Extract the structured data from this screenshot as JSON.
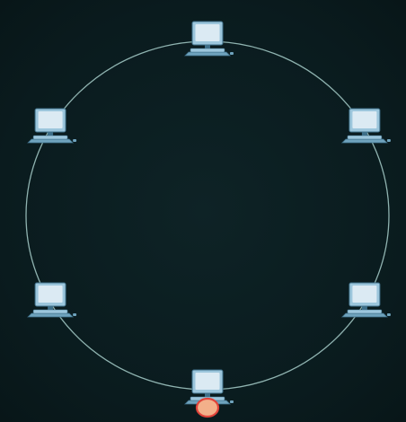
{
  "diagram": {
    "type": "ring-network-topology",
    "colors": {
      "background": "#0b1d20",
      "ring": "#8fb3b0",
      "monitor_frame": "#9cc6dc",
      "monitor_screen": "#dbeaf3",
      "monitor_edge": "#3e6f88",
      "base": "#6fa3bd",
      "token_fill": "#f3b08a",
      "token_stroke": "#e0433a"
    },
    "nodes": [
      {
        "id": "top",
        "icon": "computer-icon",
        "angle_deg": -90
      },
      {
        "id": "upper-right",
        "icon": "computer-icon",
        "angle_deg": -30
      },
      {
        "id": "lower-right",
        "icon": "computer-icon",
        "angle_deg": 30
      },
      {
        "id": "bottom",
        "icon": "computer-icon",
        "angle_deg": 90,
        "has_token": true
      },
      {
        "id": "lower-left",
        "icon": "computer-icon",
        "angle_deg": 150
      },
      {
        "id": "upper-left",
        "icon": "computer-icon",
        "angle_deg": 210
      }
    ],
    "token": {
      "icon": "token-marker-icon",
      "on_node": "bottom"
    }
  }
}
